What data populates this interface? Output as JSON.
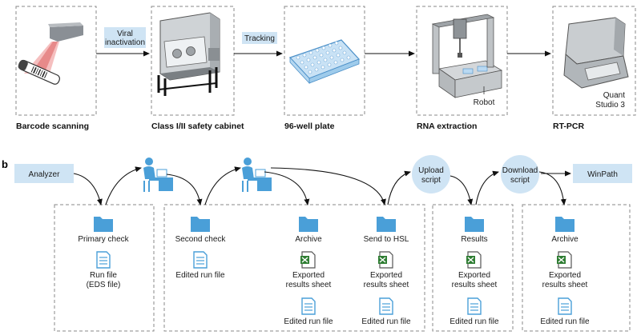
{
  "colors": {
    "accent_blue": "#4a9fd8",
    "light_blue": "#cfe4f4",
    "excel_green": "#2e7d32",
    "dashed_border": "#8a8a8a"
  },
  "panel_a": {
    "letter": "",
    "steps": [
      {
        "label": "Barcode scanning",
        "icon": "barcode-scanner-icon"
      },
      {
        "label": "Class I/II safety cabinet",
        "icon": "safety-cabinet-icon"
      },
      {
        "label": "96-well plate",
        "icon": "well-plate-icon"
      },
      {
        "label": "RNA extraction",
        "icon": "robot-icon"
      },
      {
        "label": "RT-PCR",
        "icon": "pcr-machine-icon"
      }
    ],
    "transitions": {
      "viral_line1": "Viral",
      "viral_line2": "inactivation",
      "tracking": "Tracking"
    },
    "robot_label": "Robot",
    "quant_line1": "Quant",
    "quant_line2": "Studio 3"
  },
  "panel_b": {
    "letter": "b",
    "analyzer": "Analyzer",
    "winpath": "WinPath",
    "upload_line1": "Upload",
    "upload_line2": "script",
    "download_line1": "Download",
    "download_line2": "script",
    "primary_check": "Primary check",
    "run_file_line1": "Run file",
    "run_file_line2": "(EDS file)",
    "second_check": "Second check",
    "edited_run_file": "Edited run file",
    "archive": "Archive",
    "send_to_hsl": "Send to HSL",
    "results": "Results",
    "exported_line1": "Exported",
    "exported_line2": "results sheet"
  }
}
